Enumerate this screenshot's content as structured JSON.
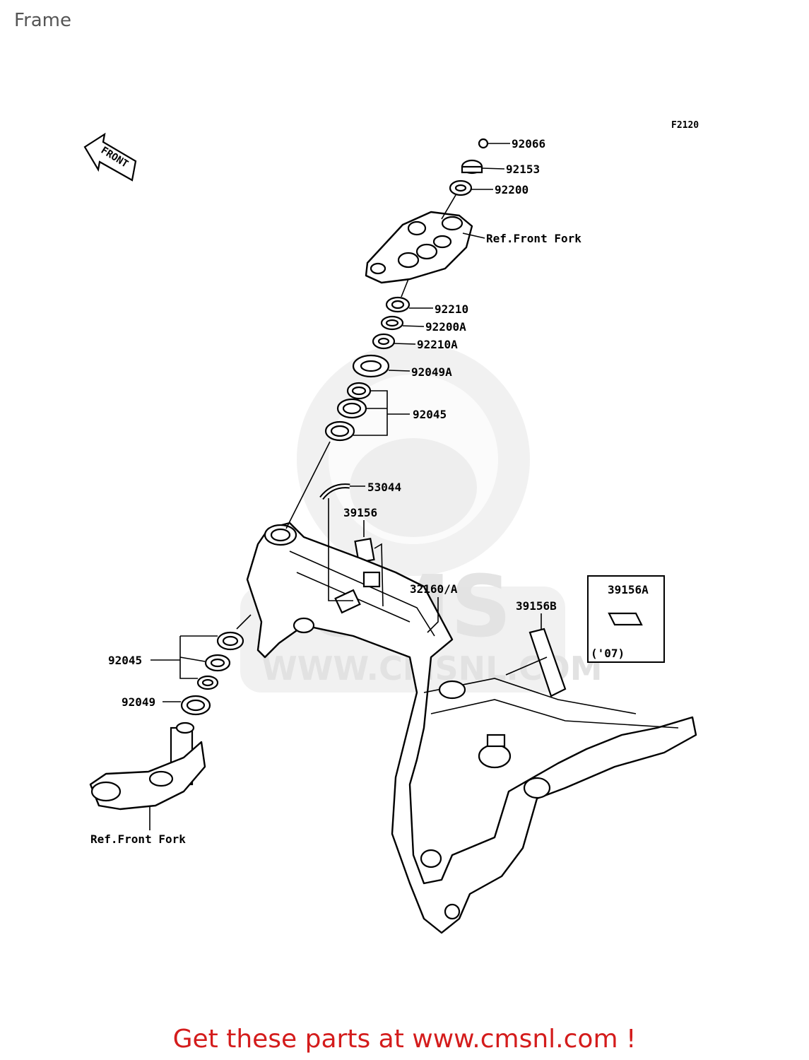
{
  "page": {
    "title": "Frame"
  },
  "diagram": {
    "code": "F2120",
    "front_label": "FRONT",
    "watermark_brand": "CMS",
    "watermark_url": "WWW.CMSNL.COM",
    "labels": {
      "p92066": "92066",
      "p92153": "92153",
      "p92200": "92200",
      "ref_front_fork_top": "Ref.Front Fork",
      "p92210": "92210",
      "p92200A": "92200A",
      "p92210A": "92210A",
      "p92049A": "92049A",
      "p92045_top": "92045",
      "p53044": "53044",
      "p39156": "39156",
      "p32160A": "32160/A",
      "p39156B": "39156B",
      "p39156A": "39156A",
      "year_07": "('07)",
      "p92045_bottom": "92045",
      "p92049": "92049",
      "ref_front_fork_bottom": "Ref.Front Fork"
    }
  },
  "footer": {
    "text": "Get these parts at www.cmsnl.com !"
  }
}
